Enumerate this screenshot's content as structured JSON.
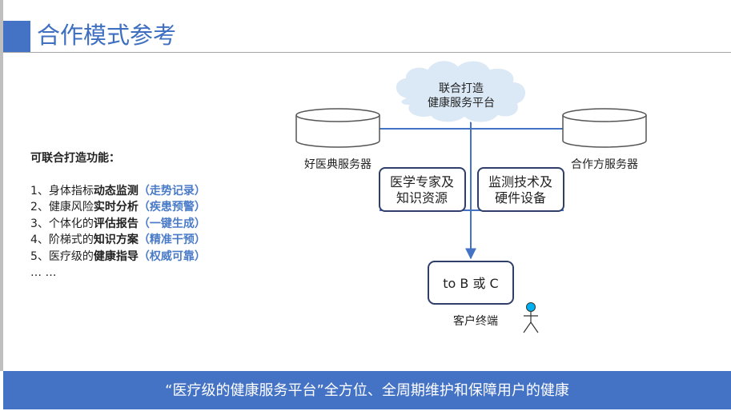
{
  "slide": {
    "title": "合作模式参考"
  },
  "features": {
    "heading": "可联合打造功能：",
    "items": [
      {
        "prefix": "1、身体指标",
        "highlight": "动态监测",
        "tag": "（走势记录）"
      },
      {
        "prefix": "2、健康风险",
        "highlight": "实时分析",
        "tag": "（疾患预警）"
      },
      {
        "prefix": "3、个体化的",
        "highlight": "评估报告",
        "tag": "（一键生成）"
      },
      {
        "prefix": "4、阶梯式的",
        "highlight": "知识方案",
        "tag": "（精准干预）"
      },
      {
        "prefix": "5、医疗级的",
        "highlight": "健康指导",
        "tag": "（权威可靠）"
      }
    ],
    "ellipsis": "… …"
  },
  "diagram": {
    "cloud_line1": "联合打造",
    "cloud_line2": "健康服务平台",
    "left_server": "好医典服务器",
    "right_server": "合作方服务器",
    "box_experts_line1": "医学专家及",
    "box_experts_line2": "知识资源",
    "box_tech_line1": "监测技术及",
    "box_tech_line2": "硬件设备",
    "terminal": "to B 或 C",
    "terminal_label": "客户终端"
  },
  "footer": {
    "text": "“医疗级的健康服务平台”全方位、全周期维护和保障用户的健康"
  },
  "colors": {
    "accent": "#4472c4",
    "line": "#4472c4",
    "cloud": "#dbe8f5",
    "box_border": "#2f3f6a",
    "person": "#00b0f0"
  }
}
